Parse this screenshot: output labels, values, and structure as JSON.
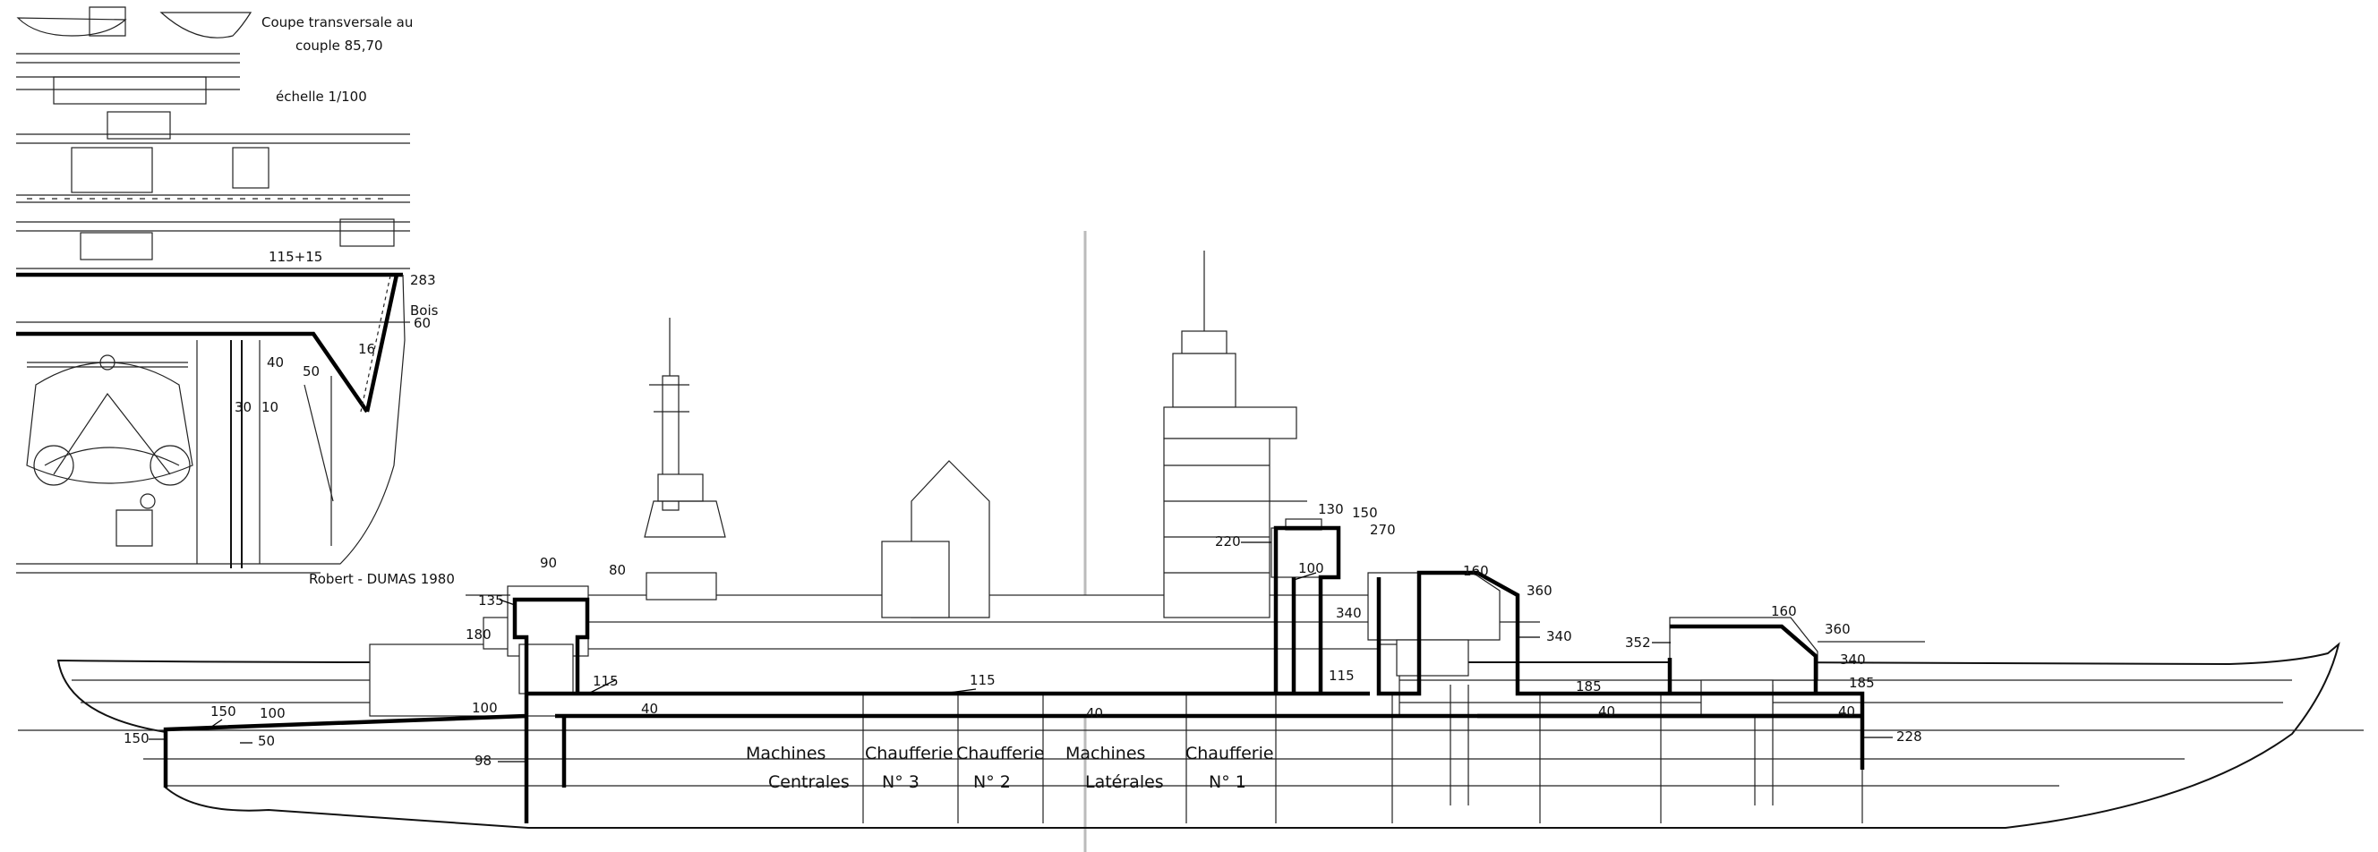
{
  "section_title": {
    "line1": "Coupe transversale au",
    "line2": "couple 85,70",
    "scale": "échelle 1/100"
  },
  "signature": "Robert - DUMAS 1980",
  "section_labels": [
    "115+15",
    "283",
    "Bois",
    "60",
    "40",
    "50",
    "30",
    "10",
    "16"
  ],
  "compartments": [
    {
      "line1": "Machines",
      "line2": "Centrales"
    },
    {
      "line1": "Chaufferie",
      "line2": "N° 3"
    },
    {
      "line1": "Chaufferie",
      "line2": "N° 2"
    },
    {
      "line1": "Machines",
      "line2": "Latérales"
    },
    {
      "line1": "Chaufferie",
      "line2": "N° 1"
    }
  ],
  "thickness_labels": [
    "150",
    "150",
    "100",
    "50",
    "90",
    "80",
    "135",
    "180",
    "100",
    "115",
    "98",
    "40",
    "115",
    "40",
    "130",
    "150",
    "220",
    "270",
    "100",
    "115",
    "160",
    "360",
    "340",
    "340",
    "185",
    "40",
    "160",
    "360",
    "352",
    "340",
    "185",
    "40",
    "228"
  ],
  "colors": {
    "paper": "#ffffff",
    "ink": "#111111",
    "armour": "#000000"
  }
}
